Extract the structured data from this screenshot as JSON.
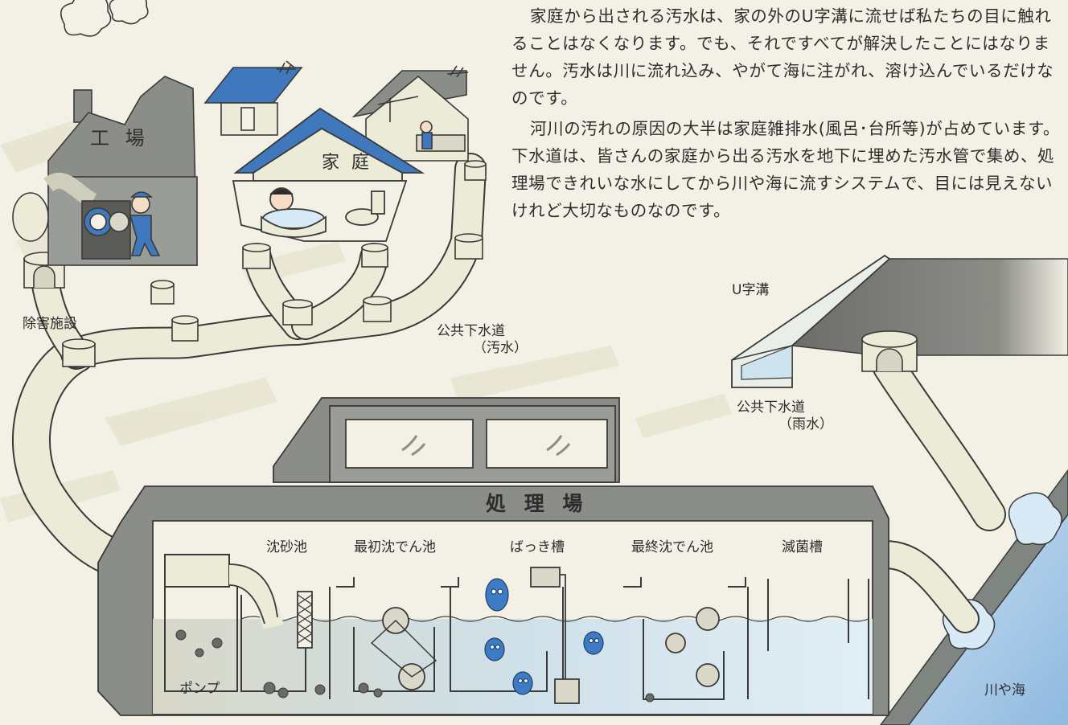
{
  "intro": {
    "paragraph1": "家庭から出される汚水は、家の外のU字溝に流せば私たちの目に触れることはなくなります。でも、それですべてが解決したことにはなりません。汚水は川に流れ込み、やがて海に注がれ、溶け込んでいるだけなのです。",
    "paragraph2": "河川の汚れの原因の大半は家庭雑排水(風呂･台所等)が占めています。下水道は、皆さんの家庭から出る汚水を地下に埋めた汚水管で集め、処理場できれいな水にしてから川や海に流すシステムで、目には見えないけれど大切なものなのです。"
  },
  "labels": {
    "factory": "工 場",
    "home": "家 庭",
    "pretreatment": "除害施設",
    "sewer_wastewater_line1": "公共下水道",
    "sewer_wastewater_line2": "（汚水）",
    "u_ditch": "U字溝",
    "sewer_rain_line1": "公共下水道",
    "sewer_rain_line2": "（雨水）",
    "treatment_plant": "処 理 場",
    "river_sea": "川や海",
    "pump": "ポンプ"
  },
  "stages": [
    "沈砂池",
    "最初沈でん池",
    "ばっき槽",
    "最終沈でん池",
    "滅菌槽"
  ],
  "colors": {
    "background": "#f3f1e6",
    "pipe": "#ecebd8",
    "line": "#3a3a3a",
    "roof_blue": "#3f78bd",
    "roof_gray": "#8a8d88",
    "water": "#c7dcec",
    "sea": "#b7d3ea",
    "bacteria": "#3d7bc4"
  }
}
